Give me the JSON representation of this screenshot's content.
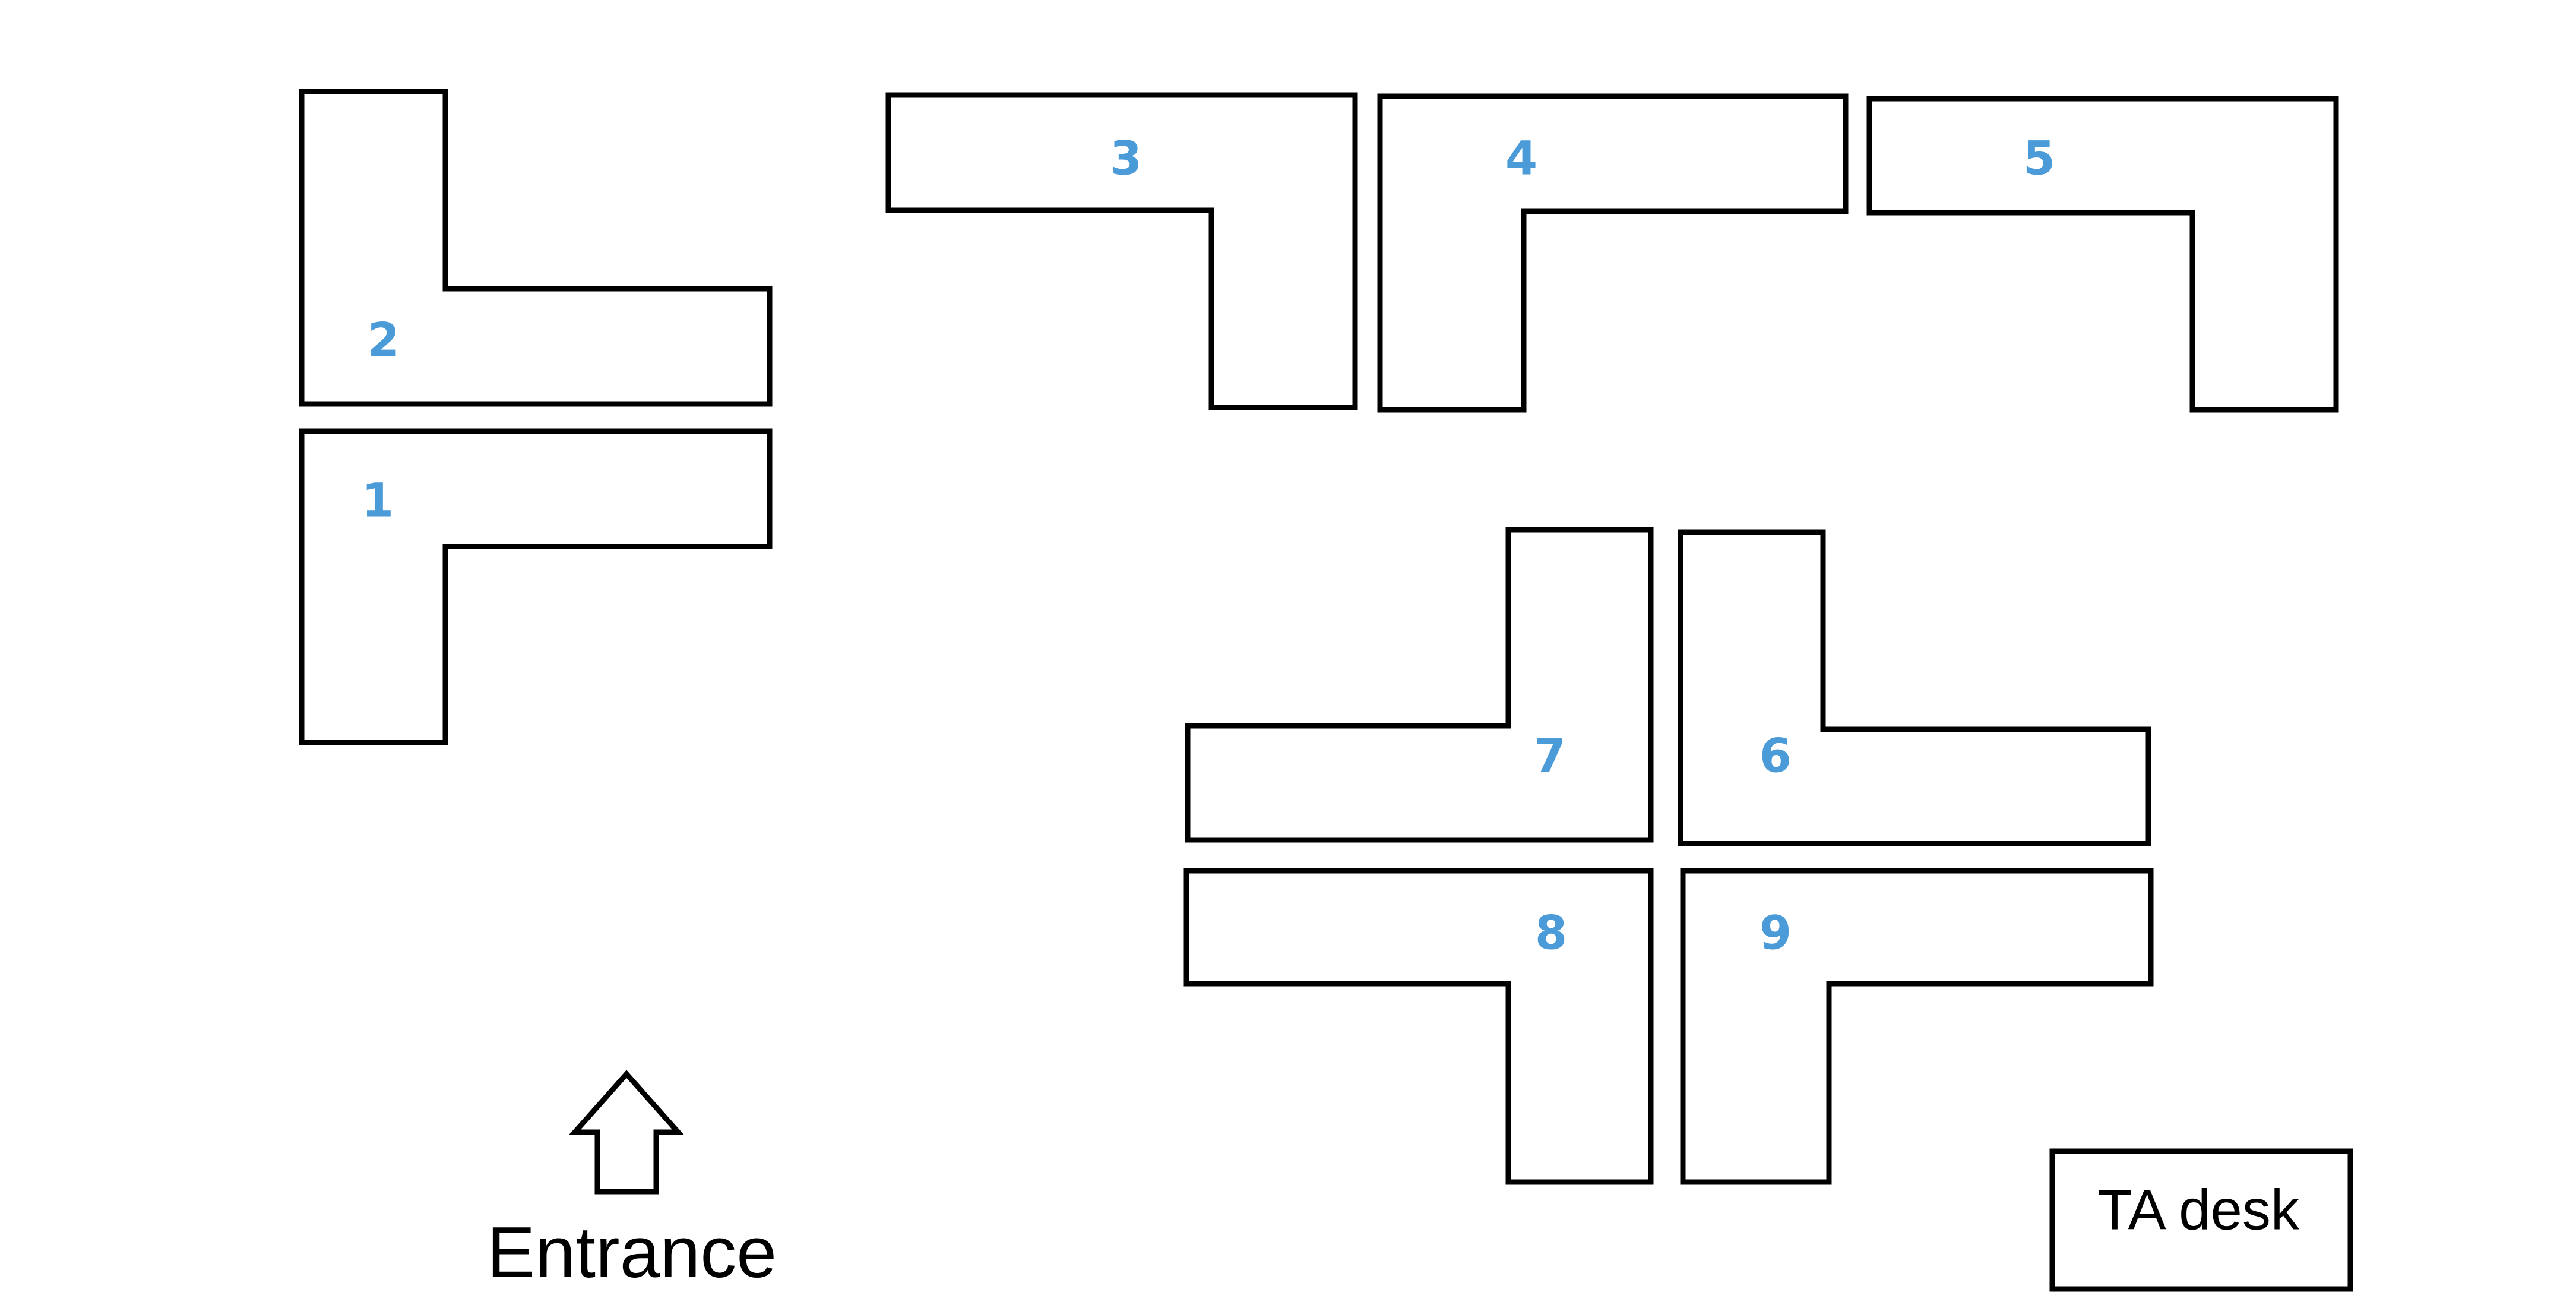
{
  "colors": {
    "desk_number": "#4a9bd8",
    "outline": "#000000",
    "background": "#ffffff"
  },
  "desks": [
    {
      "number": "1"
    },
    {
      "number": "2"
    },
    {
      "number": "3"
    },
    {
      "number": "4"
    },
    {
      "number": "5"
    },
    {
      "number": "6"
    },
    {
      "number": "7"
    },
    {
      "number": "8"
    },
    {
      "number": "9"
    }
  ],
  "entrance": {
    "label": "Entrance",
    "icon": "up-arrow-icon"
  },
  "ta_desk": {
    "label": "TA desk"
  }
}
